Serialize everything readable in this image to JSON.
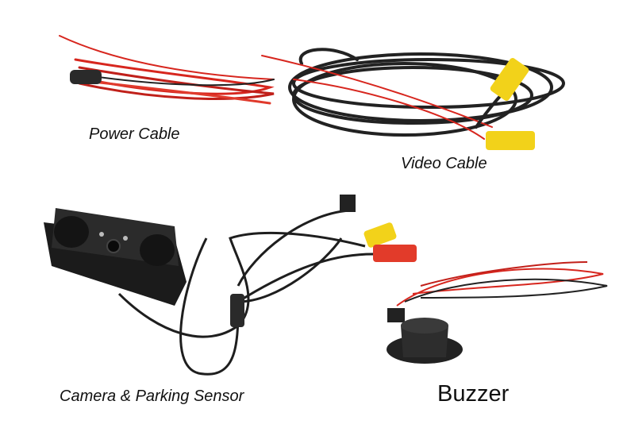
{
  "labels": {
    "power_cable": "Power Cable",
    "video_cable": "Video Cable",
    "camera_sensor": "Camera & Parking Sensor",
    "buzzer": "Buzzer"
  },
  "colors": {
    "cable_red": "#d7261e",
    "cable_black": "#1e1e1e",
    "connector_yellow": "#f2d21a",
    "connector_red": "#e23b2a"
  }
}
